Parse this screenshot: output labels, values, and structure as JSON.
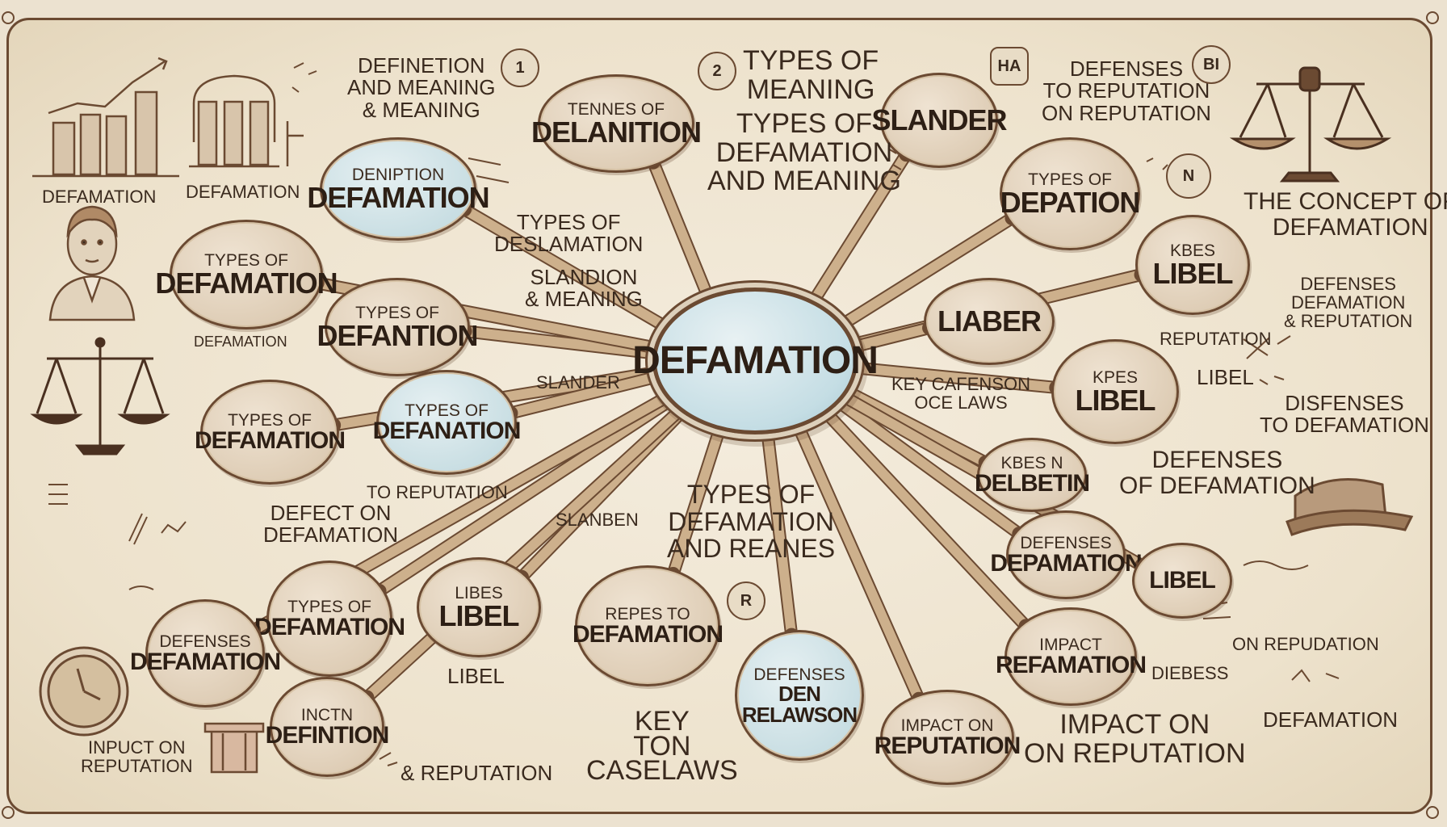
{
  "center": {
    "label": "DEFAMATION"
  },
  "nodes": {
    "n1": {
      "sub": "TENNES OF",
      "main": "DELANITION"
    },
    "n2": {
      "sub": "",
      "main": "SLANDER"
    },
    "n3": {
      "sub": "TYPES OF",
      "main": "DEPATION"
    },
    "n4": {
      "sub": "KBES",
      "main": "LIBEL"
    },
    "n5": {
      "sub": "",
      "main": "LIABER"
    },
    "n6": {
      "sub": "KPES",
      "main": "LIBEL"
    },
    "n7": {
      "sub": "KBES N",
      "main": "DELBETIN"
    },
    "n8": {
      "sub": "DEFENSES",
      "main": "DEPAMATION"
    },
    "n9": {
      "sub": "",
      "main": "LIBEL"
    },
    "n10": {
      "sub": "IMPACT",
      "main": "REFAMATION"
    },
    "n11": {
      "sub": "IMPACT ON",
      "main": "REPUTATION"
    },
    "n12": {
      "sub": "DEFENSES",
      "main": "DEN RELAWSON"
    },
    "n13": {
      "sub": "REPES TO",
      "main": "DEFAMATION"
    },
    "n14": {
      "sub": "LIBES",
      "main": "LIBEL"
    },
    "n15": {
      "sub": "TYPES OF",
      "main": "DEFAMATION"
    },
    "n16": {
      "sub": "INCTN",
      "main": "DEFINTION"
    },
    "n17": {
      "sub": "DEFENSES",
      "main": "DEFAMATION"
    },
    "n18": {
      "sub": "TYPES OF",
      "main": "DEFAMATION"
    },
    "n19": {
      "sub": "TYPES OF",
      "main": "DEFANATION"
    },
    "n20": {
      "sub": "TYPES OF",
      "main": "DEFANTION"
    },
    "n21": {
      "sub": "TYPES OF",
      "main": "DEFAMATION"
    },
    "n22": {
      "sub": "DENIPTION",
      "main": "DEFAMATION"
    }
  },
  "free_text": {
    "t1": "DEFINETION\nAND MEANING\n& MEANING",
    "t2": "TYPES OF\nMEANING",
    "t3": "TYPES OF\nDEFAMATION\nAND MEANING",
    "t4": "DEFENSES\nTO REPUTATION\nON REPUTATION",
    "t5": "THE CONCEPT OF\nDEFAMATION",
    "t6": "DEFENSES\nDEFAMATION\n& REPUTATION",
    "t7": "LIBEL",
    "t8": "DISFENSES\nTO DEFAMATION",
    "t9": "DEFENSES\nOF DEFAMATION",
    "t10": "ON REPUDATION",
    "t11": "DIEBESS",
    "t12": "DEFAMATION",
    "t13": "IMPACT ON\nON REPUTATION",
    "t14": "KEY\nTON\nCASELAWS",
    "t15": "& REPUTATION",
    "t16": "INPUCT ON\nREPUTATION",
    "t17": "DEFECT ON\nDEFAMATION",
    "t18": "TO REPUTATION",
    "t19": "SLANDER",
    "t20": "TYPES OF\nDESLAMATION",
    "t21": "SLANDION\n& MEANING",
    "t22": "DEFAMATION",
    "t23": "DEFAMATION",
    "t24": "DEFAMATION",
    "t25": "KEY CAFENSON\nOCE LAWS",
    "t26": "TYPES OF\nDEFAMATION\nAND REANES",
    "t27": "SLANBEN",
    "t28": "LIBEL",
    "t29": "REPUTATION"
  },
  "badges": {
    "b1": "1",
    "b2": "2",
    "b3": "HA",
    "b4": "BI",
    "b5": "N",
    "b6": "R"
  },
  "colors": {
    "ink": "#3a2a1e",
    "frame": "#6b4a32",
    "paper": "#f1e8d6",
    "node_fill": "#dccab2",
    "blue_fill": "#c7dde2"
  },
  "icons": [
    "bar-chart-icon",
    "columns-building-icon",
    "scales-of-justice-icon",
    "person-portrait-icon",
    "clock-icon",
    "hat-icon"
  ]
}
